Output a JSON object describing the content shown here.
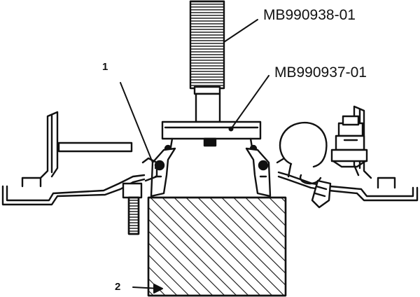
{
  "diagram": {
    "labels": {
      "tool_upper": "MB990938-01",
      "tool_lower": "MB990937-01",
      "callout_1": "1",
      "callout_2": "2"
    }
  },
  "colors": {
    "ink": "#111111",
    "paper": "#ffffff"
  }
}
